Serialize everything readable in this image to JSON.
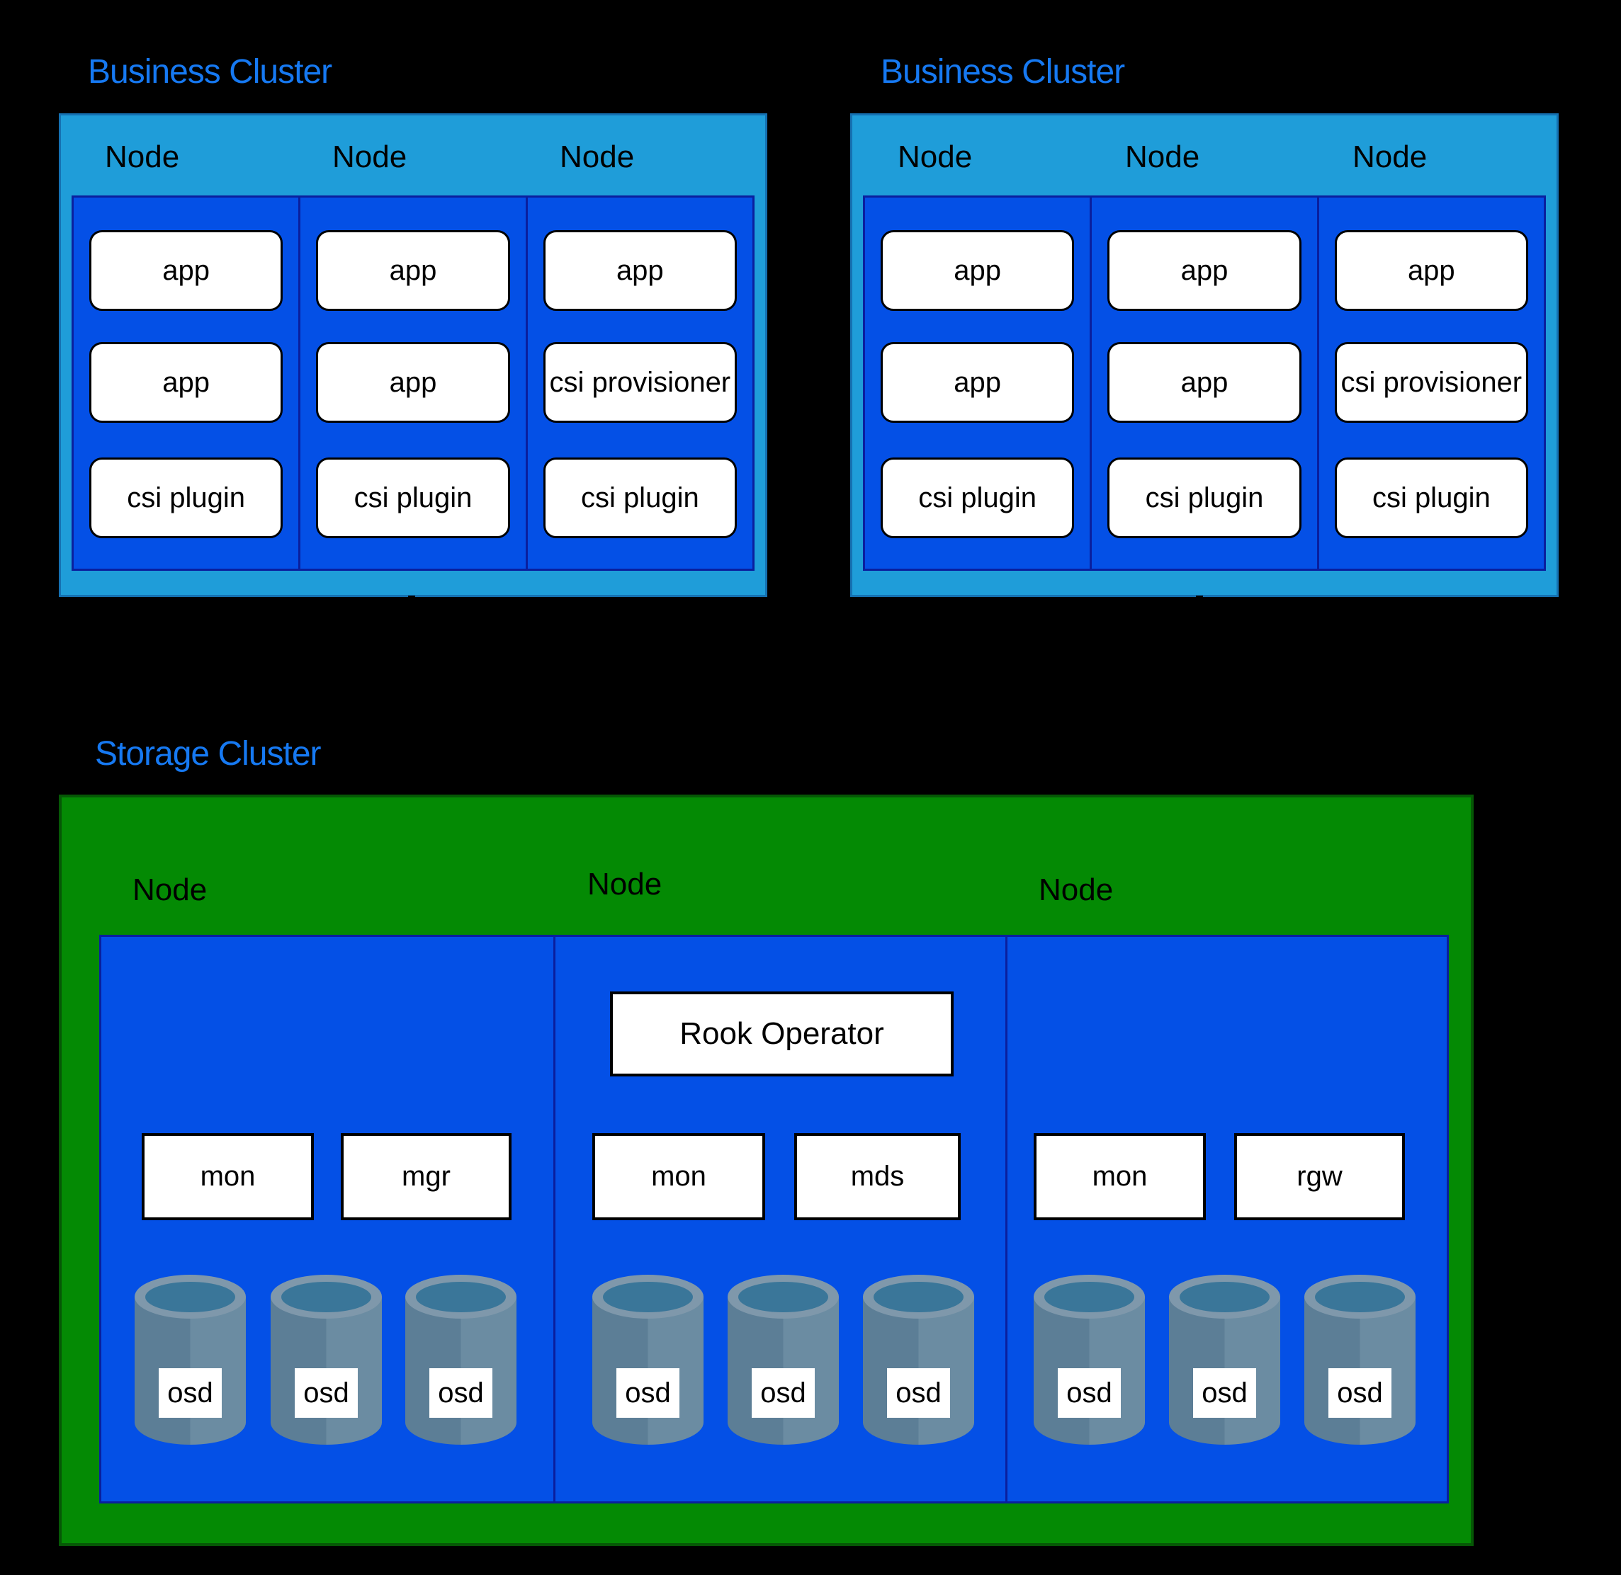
{
  "colors": {
    "background": "#000000",
    "title_blue": "#1679f2",
    "business_cluster_fill": "#1f9dd9",
    "business_cluster_border": "#1571b2",
    "node_column_fill": "#0450e6",
    "node_column_border": "#0a1f9e",
    "pod_fill": "#ffffff",
    "pod_border": "#000000",
    "storage_cluster_fill": "#048a04",
    "storage_cluster_border": "#065806",
    "cylinder_rim": "#7f98ab",
    "cylinder_hole": "#3a7699",
    "cylinder_body_left": "#5c7e96",
    "cylinder_body_right": "#6b8ca2"
  },
  "business_clusters": [
    {
      "title": "Business Cluster",
      "node_labels": [
        "Node",
        "Node",
        "Node"
      ],
      "columns": [
        [
          "app",
          "app",
          "csi plugin"
        ],
        [
          "app",
          "app",
          "csi plugin"
        ],
        [
          "app",
          "csi provisioner",
          "csi plugin"
        ]
      ]
    },
    {
      "title": "Business Cluster",
      "node_labels": [
        "Node",
        "Node",
        "Node"
      ],
      "columns": [
        [
          "app",
          "app",
          "csi plugin"
        ],
        [
          "app",
          "app",
          "csi plugin"
        ],
        [
          "app",
          "csi provisioner",
          "csi plugin"
        ]
      ]
    }
  ],
  "storage_cluster": {
    "title": "Storage Cluster",
    "node_labels": [
      "Node",
      "Node",
      "Node"
    ],
    "operator_label": "Rook Operator",
    "service_labels": [
      "mon",
      "mgr",
      "mon",
      "mds",
      "mon",
      "rgw"
    ],
    "osd_labels": [
      "osd",
      "osd",
      "osd",
      "osd",
      "osd",
      "osd",
      "osd",
      "osd",
      "osd"
    ]
  }
}
